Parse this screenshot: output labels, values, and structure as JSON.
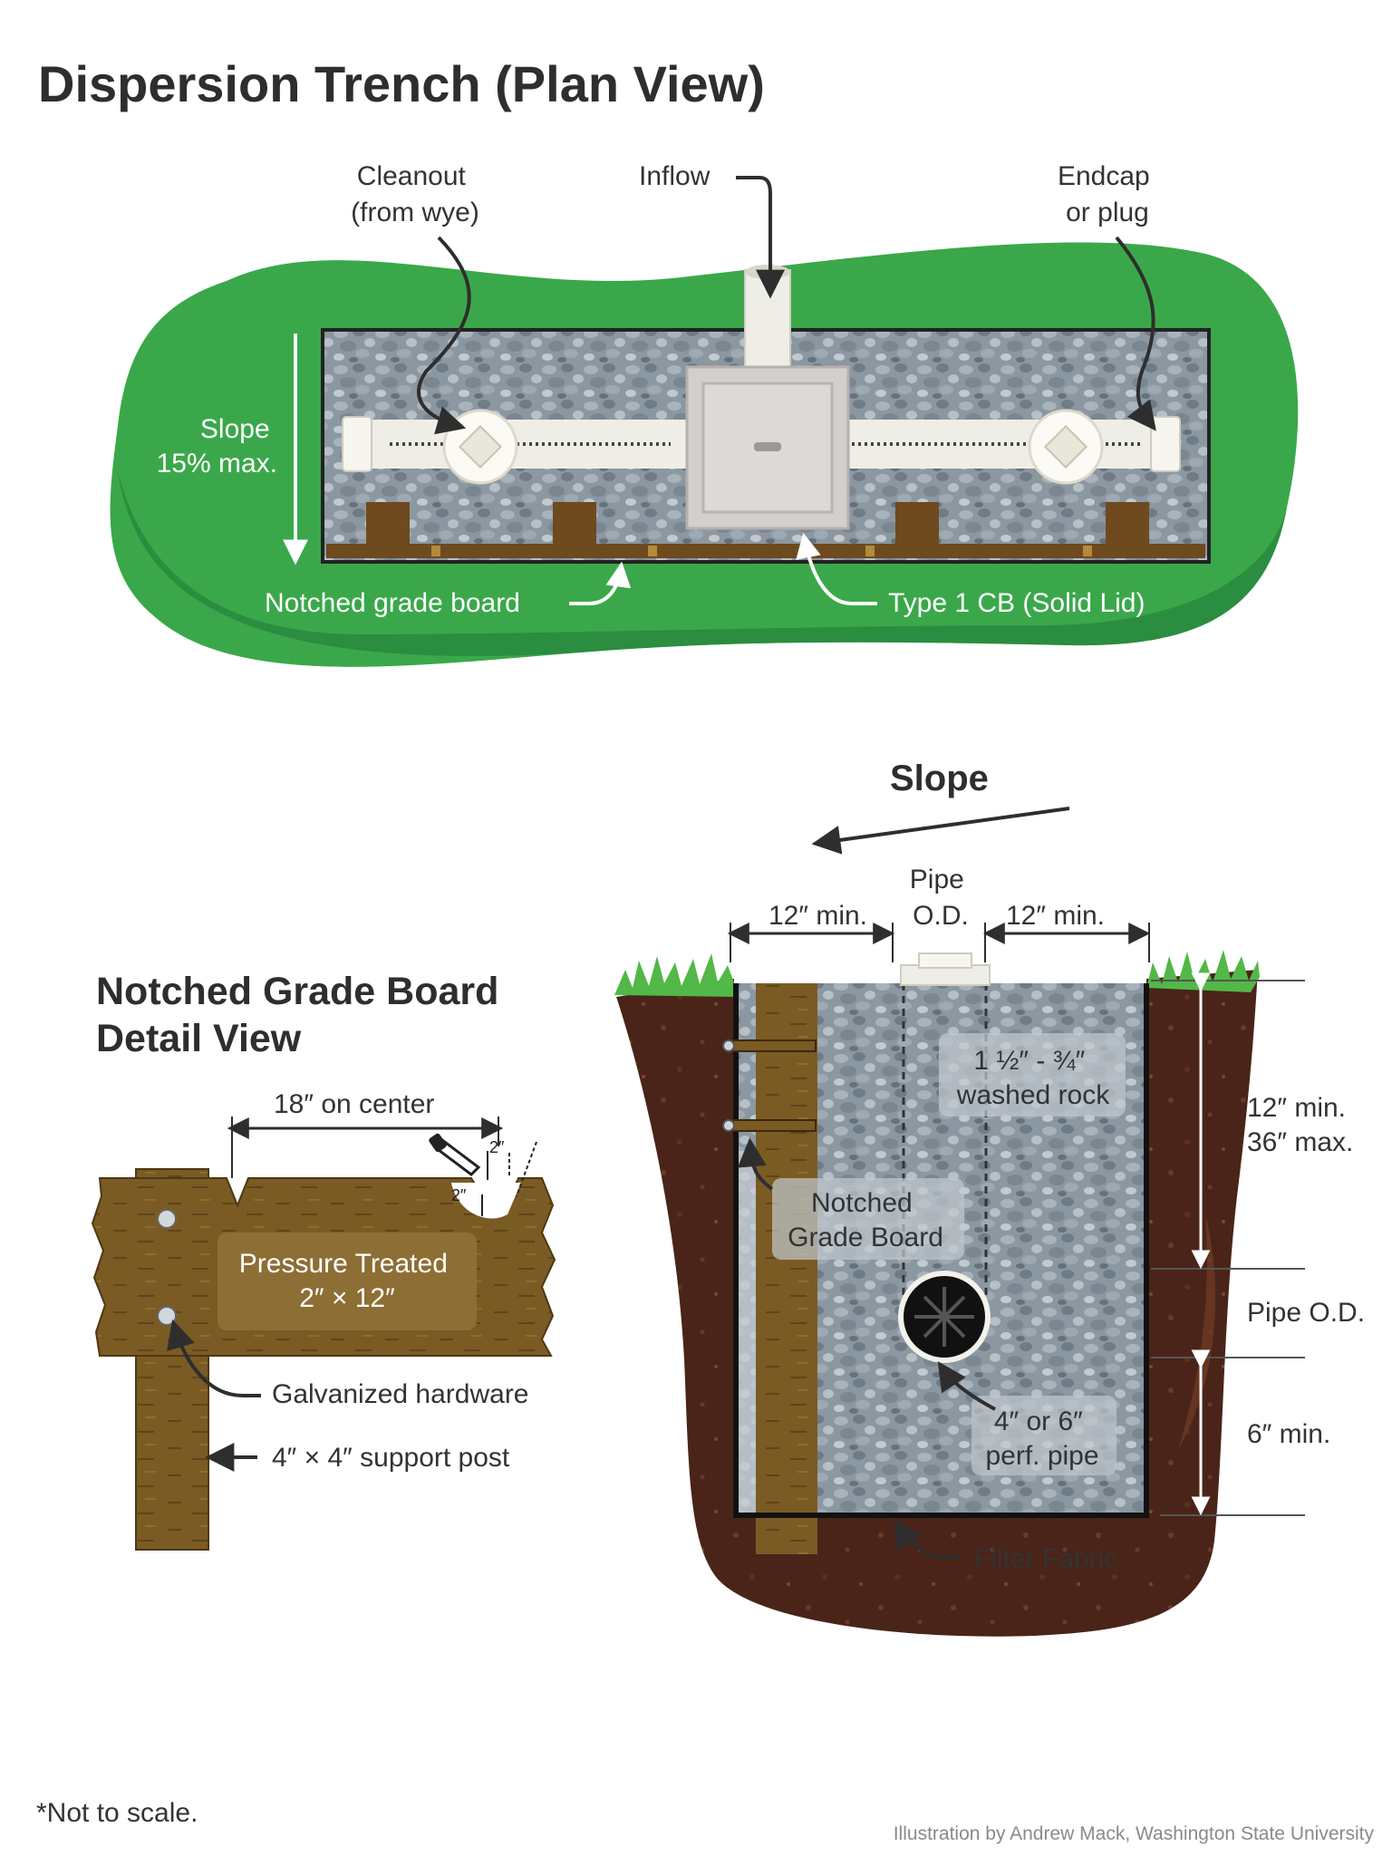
{
  "plan": {
    "title": "Dispersion Trench (Plan View)",
    "cleanout": [
      "Cleanout",
      "(from wye)"
    ],
    "inflow": "Inflow",
    "endcap": [
      "Endcap",
      "or plug"
    ],
    "slope": [
      "Slope",
      "15% max."
    ],
    "grade_board": "Notched grade board",
    "catch_basin": "Type 1 CB (Solid Lid)"
  },
  "section": {
    "slope": "Slope",
    "pipe_od_top": [
      "Pipe",
      "O.D."
    ],
    "min_left": "12″ min.",
    "min_right": "12″ min.",
    "rock": [
      "1 ½″ - ¾″",
      "washed rock"
    ],
    "board": [
      "Notched",
      "Grade Board"
    ],
    "depth": [
      "12″ min.",
      "36″ max."
    ],
    "pipe_od": "Pipe O.D.",
    "bottom": "6″ min.",
    "pipe": [
      "4″ or 6″",
      "perf. pipe"
    ],
    "fabric": "Filter Fabric"
  },
  "detail": {
    "title": [
      "Notched Grade Board",
      "Detail View"
    ],
    "spacing": "18″ on center",
    "notch_w": "2″",
    "notch_h": "2″",
    "board": [
      "Pressure Treated",
      "2″ × 12″"
    ],
    "hardware": "Galvanized hardware",
    "post": "4″ × 4″ support post"
  },
  "footer": {
    "note": "*Not to scale.",
    "credit": "Illustration by Andrew Mack, Washington State University"
  },
  "colors": {
    "grass": "#3aa84a",
    "soil": "#4a2418",
    "gravel": "#8a96a0",
    "wood": "#7a5a22",
    "pipe": "#efeee6"
  }
}
